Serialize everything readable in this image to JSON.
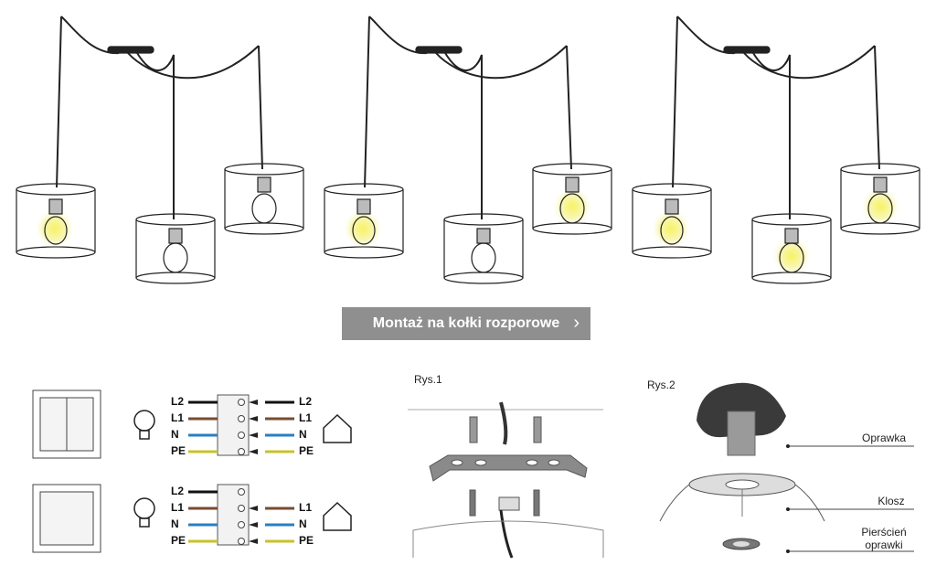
{
  "banner": {
    "text": "Montaż na kołki rozporowe",
    "arrow_icon": "chevron-right-icon"
  },
  "wiring": {
    "top": {
      "left": [
        "L2",
        "L1",
        "N",
        "PE"
      ],
      "right": [
        "L2",
        "L1",
        "N",
        "PE"
      ]
    },
    "bottom": {
      "left": [
        "L2",
        "L1",
        "N",
        "PE"
      ],
      "right": [
        "L1",
        "N",
        "PE"
      ]
    },
    "wire_colors": {
      "L2": "#111111",
      "L1": "#7a4a2e",
      "N": "#2a7fc0",
      "PE": "#c8c22a"
    }
  },
  "figures": {
    "fig1_label": "Rys.1",
    "fig2_label": "Rys.2"
  },
  "callouts": {
    "oprawka": "Oprawka",
    "klosz": "Klosz",
    "pierscien": "Pierścień oprawki"
  },
  "colors": {
    "banner_bg": "#8f8f8f",
    "bulb_glow": "#f3f07a"
  }
}
